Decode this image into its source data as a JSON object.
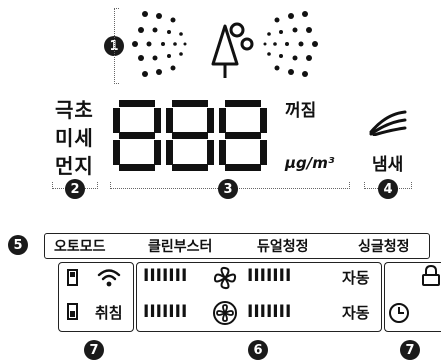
{
  "callouts": {
    "n1": "1",
    "n2": "2",
    "n3": "3",
    "n4": "4",
    "n5": "5",
    "n6": "6",
    "n7_left": "7",
    "n7_right": "7"
  },
  "dust_labels": {
    "line1": "극초",
    "line2": "미세",
    "line3": "먼지"
  },
  "display": {
    "off_label": "꺼짐",
    "unit_label": "μg/m³",
    "odor_label": "냄새"
  },
  "modes": {
    "auto": "오토모드",
    "clean_boost": "클린부스터",
    "dual": "듀얼청정",
    "single": "싱글청정"
  },
  "panel": {
    "bars": "IIIIIII",
    "auto_label": "자동",
    "cancel_label": "취침"
  },
  "icons": {
    "tree": "tree-icon",
    "wifi": "wifi-icon",
    "fan": "fan-icon",
    "lock": "lock-icon",
    "timer": "timer-icon",
    "odor": "wave-icon"
  }
}
